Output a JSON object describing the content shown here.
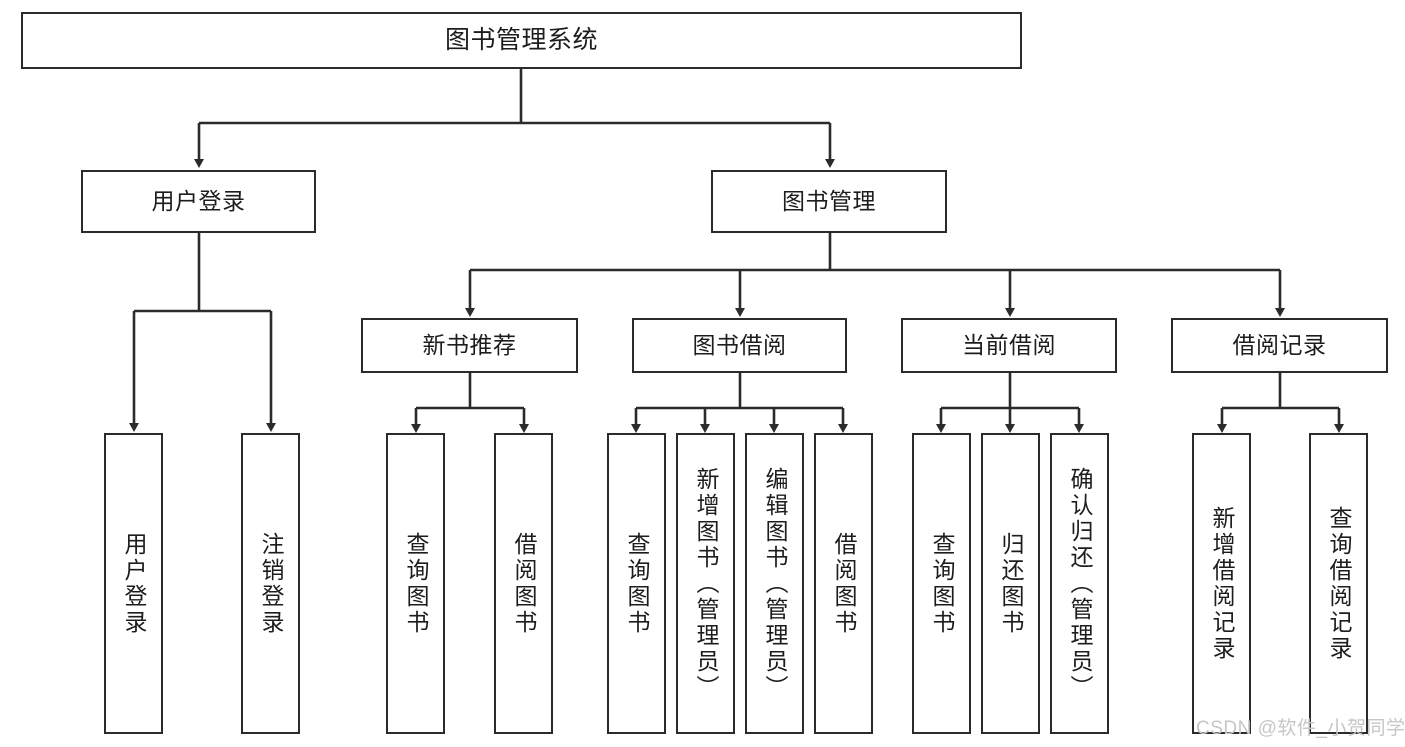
{
  "diagram": {
    "kind": "function-structure-tree",
    "title": "图书管理系统",
    "stroke_color": "#2b2b2b",
    "fill_color": "#ffffff",
    "text_color": "#1d1d1d",
    "level2": [
      {
        "label": "用户登录"
      },
      {
        "label": "图书管理"
      }
    ],
    "level3": [
      {
        "label": "新书推荐"
      },
      {
        "label": "图书借阅"
      },
      {
        "label": "当前借阅"
      },
      {
        "label": "借阅记录"
      }
    ],
    "leaves": {
      "user_login": [
        {
          "label": "用户登录"
        },
        {
          "label": "注销登录"
        }
      ],
      "new_book": [
        {
          "label": "查询图书"
        },
        {
          "label": "借阅图书"
        }
      ],
      "book_borrow": [
        {
          "label": "查询图书"
        },
        {
          "label": "新增图书（管理员）"
        },
        {
          "label": "编辑图书（管理员）"
        },
        {
          "label": "借阅图书"
        }
      ],
      "current_borrow": [
        {
          "label": "查询图书"
        },
        {
          "label": "归还图书"
        },
        {
          "label": "确认归还（管理员）"
        }
      ],
      "borrow_record": [
        {
          "label": "新增借阅记录"
        },
        {
          "label": "查询借阅记录"
        }
      ]
    }
  },
  "watermark": {
    "text": "CSDN @软件_小贺同学",
    "color": "#c6c6c6"
  }
}
